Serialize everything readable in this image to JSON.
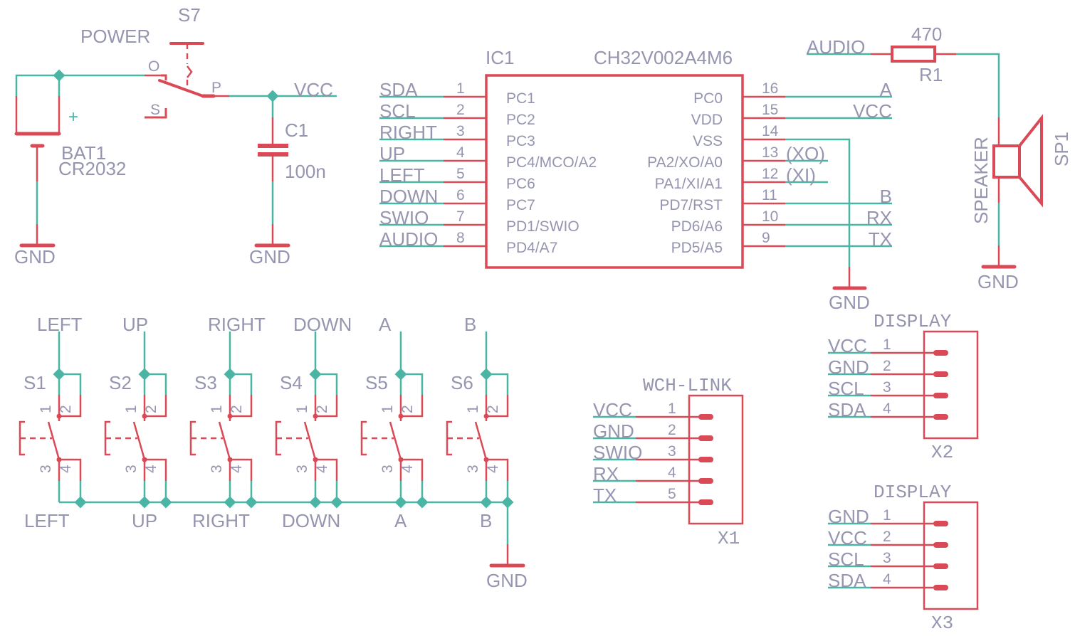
{
  "colors": {
    "wire": "#4bb5a5",
    "symbol": "#d94a56",
    "text": "#9595b0",
    "background": "#ffffff"
  },
  "power": {
    "switch": {
      "ref": "S7",
      "value": "POWER",
      "pins": [
        "O",
        "P",
        "S"
      ]
    },
    "battery": {
      "ref": "BAT1",
      "value": "CR2032",
      "plus": "+",
      "gnd": "GND"
    },
    "cap": {
      "ref": "C1",
      "value": "100n",
      "gnd": "GND"
    },
    "vcc": "VCC"
  },
  "ic": {
    "ref": "IC1",
    "value": "CH32V002A4M6",
    "left": [
      {
        "net": "SDA",
        "num": "1",
        "name": "PC1"
      },
      {
        "net": "SCL",
        "num": "2",
        "name": "PC2"
      },
      {
        "net": "RIGHT",
        "num": "3",
        "name": "PC3"
      },
      {
        "net": "UP",
        "num": "4",
        "name": "PC4/MCO/A2"
      },
      {
        "net": "LEFT",
        "num": "5",
        "name": "PC6"
      },
      {
        "net": "DOWN",
        "num": "6",
        "name": "PC7"
      },
      {
        "net": "SWIO",
        "num": "7",
        "name": "PD1/SWIO"
      },
      {
        "net": "AUDIO",
        "num": "8",
        "name": "PD4/A7"
      }
    ],
    "right": [
      {
        "net": "A",
        "num": "16",
        "name": "PC0"
      },
      {
        "net": "VCC",
        "num": "15",
        "name": "VDD"
      },
      {
        "net": "",
        "num": "14",
        "name": "VSS"
      },
      {
        "net": "(XO)",
        "num": "13",
        "name": "PA2/XO/A0"
      },
      {
        "net": "(XI)",
        "num": "12",
        "name": "PA1/XI/A1"
      },
      {
        "net": "B",
        "num": "11",
        "name": "PD7/RST"
      },
      {
        "net": "RX",
        "num": "10",
        "name": "PD6/A6"
      },
      {
        "net": "TX",
        "num": "9",
        "name": "PD5/A5"
      }
    ],
    "gnd": "GND"
  },
  "audio": {
    "net": "AUDIO",
    "resistor": {
      "ref": "R1",
      "value": "470"
    },
    "speaker": {
      "ref": "SP1",
      "value": "SPEAKER"
    },
    "gnd": "GND"
  },
  "buttons": [
    {
      "ref": "S1",
      "top": "LEFT",
      "bottom": "LEFT"
    },
    {
      "ref": "S2",
      "top": "UP",
      "bottom": "UP"
    },
    {
      "ref": "S3",
      "top": "RIGHT",
      "bottom": "RIGHT"
    },
    {
      "ref": "S4",
      "top": "DOWN",
      "bottom": "DOWN"
    },
    {
      "ref": "S5",
      "top": "A",
      "bottom": "A"
    },
    {
      "ref": "S6",
      "top": "B",
      "bottom": "B"
    }
  ],
  "button_pins": [
    "1",
    "2",
    "3",
    "4"
  ],
  "button_gnd": "GND",
  "connectors": [
    {
      "ref": "X1",
      "value": "WCH-LINK",
      "pins": [
        {
          "num": "1",
          "net": "VCC"
        },
        {
          "num": "2",
          "net": "GND"
        },
        {
          "num": "3",
          "net": "SWIO"
        },
        {
          "num": "4",
          "net": "RX"
        },
        {
          "num": "5",
          "net": "TX"
        }
      ]
    },
    {
      "ref": "X2",
      "value": "DISPLAY",
      "pins": [
        {
          "num": "1",
          "net": "VCC"
        },
        {
          "num": "2",
          "net": "GND"
        },
        {
          "num": "3",
          "net": "SCL"
        },
        {
          "num": "4",
          "net": "SDA"
        }
      ]
    },
    {
      "ref": "X3",
      "value": "DISPLAY",
      "pins": [
        {
          "num": "1",
          "net": "GND"
        },
        {
          "num": "2",
          "net": "VCC"
        },
        {
          "num": "3",
          "net": "SCL"
        },
        {
          "num": "4",
          "net": "SDA"
        }
      ]
    }
  ]
}
